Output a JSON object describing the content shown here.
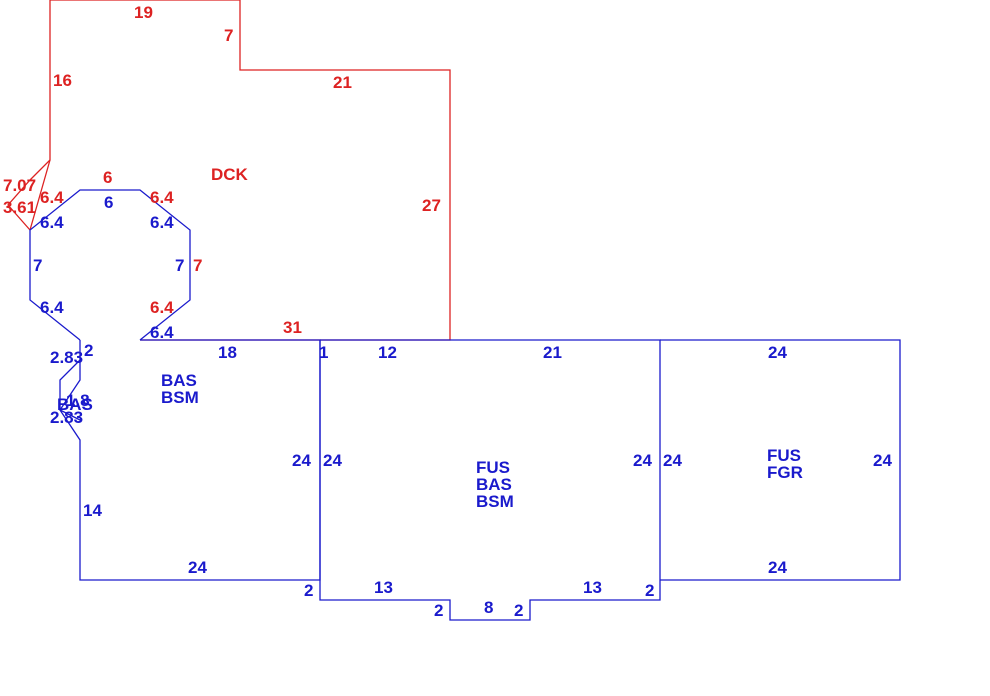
{
  "colors": {
    "deck": "#dd2222",
    "building": "#1a1acc",
    "background": "#ffffff"
  },
  "deck": {
    "area_label": "DCK",
    "dims": [
      "19",
      "7",
      "21",
      "16",
      "27",
      "7.07",
      "3.61",
      "6.4",
      "6",
      "6.4",
      "7",
      "6.4",
      "31"
    ]
  },
  "bay": {
    "dims": [
      "6",
      "6.4",
      "6.4",
      "7",
      "7",
      "6.4",
      "6.4"
    ]
  },
  "bas_bsm": {
    "area_lines": [
      "BAS",
      "BSM"
    ],
    "dims": [
      "18",
      "1",
      "24",
      "24",
      "14",
      "2",
      "2.83",
      "2.83"
    ]
  },
  "bas_small": {
    "area_label": "BAS",
    "dims": [
      "1.8",
      "2"
    ]
  },
  "fus_bas_bsm": {
    "area_lines": [
      "FUS",
      "BAS",
      "BSM"
    ],
    "dims": [
      "12",
      "21",
      "24",
      "24",
      "13",
      "13",
      "2",
      "2",
      "2",
      "8",
      "2"
    ]
  },
  "fus_fgr": {
    "area_lines": [
      "FUS",
      "FGR"
    ],
    "dims": [
      "24",
      "24",
      "24",
      "24"
    ]
  }
}
